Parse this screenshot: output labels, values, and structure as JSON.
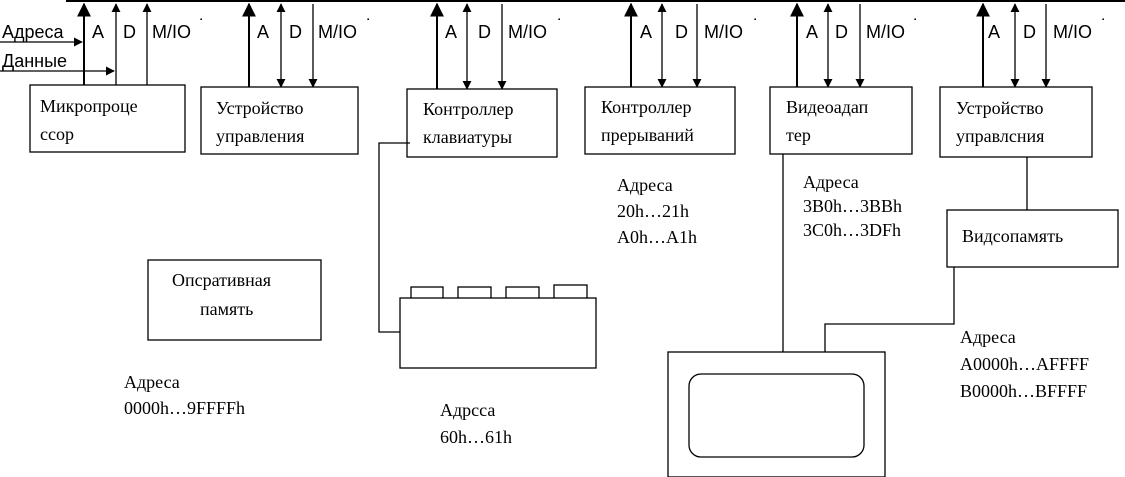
{
  "bus": {
    "signal_a": "A",
    "signal_d": "D",
    "signal_mio": "M/IO",
    "signal_mio_mark": "˙",
    "side_addresses": "Адреса",
    "side_data": "Данные"
  },
  "blocks": {
    "cpu": [
      "Микропроце",
      "ссор"
    ],
    "control1": [
      "Устройство",
      "управления"
    ],
    "keyboard_ctrl": [
      "Контроллер",
      "клавиатуры"
    ],
    "interrupt_ctrl": [
      "Контроллер",
      "прерываний"
    ],
    "video_adapter": [
      "Видеоадап",
      "тер"
    ],
    "control2": [
      "Устройство",
      "управлсния"
    ],
    "video_memory": "Видсопамять",
    "ram": [
      "Опсративная",
      "память"
    ]
  },
  "address_notes": {
    "interrupt": [
      "Адреса",
      "20h…21h",
      "A0h…A1h"
    ],
    "video_adapter": [
      "Адреса",
      "3B0h…3BBh",
      "3C0h…3DFh"
    ],
    "video_memory": [
      "Адреса",
      "A0000h…AFFFF",
      "B0000h…BFFFF"
    ],
    "ram": [
      "Адреса",
      "0000h…9FFFFh"
    ],
    "keyboard": [
      "Адрсса",
      "60h…61h"
    ]
  },
  "colors": {
    "line": "#000000",
    "background": "#ffffff"
  }
}
